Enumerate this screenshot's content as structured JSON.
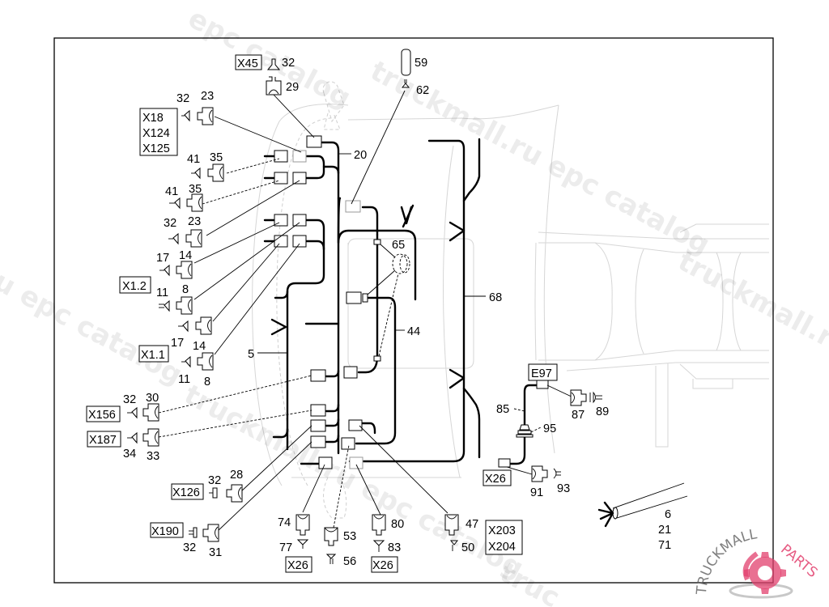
{
  "diagram": {
    "title": "Cab wiring harness - exploded connector diagram",
    "watermark": "truckmall.ru epc catalog",
    "logo": {
      "text_left": "TRUCKMALL",
      "text_right": "PARTS",
      "accent_color": "#e2406e",
      "gray_color": "#b5b5b5"
    },
    "connector_codes": {
      "x45": "X45",
      "x18_group": [
        "X18",
        "X124",
        "X125"
      ],
      "x1_2": "X1.2",
      "x1_1": "X1.1",
      "x156": "X156",
      "x187": "X187",
      "x126": "X126",
      "x190": "X190",
      "x26_a": "X26",
      "x26_b": "X26",
      "x203_group": [
        "X203",
        "X204"
      ],
      "e97": "E97",
      "x26_c": "X26"
    },
    "callouts": {
      "c32_top": "32",
      "c29": "29",
      "c32_x18": "32",
      "c23_x18": "23",
      "c41_a": "41",
      "c35_a": "35",
      "c41_b": "41",
      "c35_b": "35",
      "c32_c": "32",
      "c23_c": "23",
      "c17_a": "17",
      "c14_a": "14",
      "c11_a": "11",
      "c8_a": "8",
      "c17_b": "17",
      "c14_b": "14",
      "c11_b": "11",
      "c8_b": "8",
      "c32_x156": "32",
      "c30": "30",
      "c34": "34",
      "c33": "33",
      "c32_x126": "32",
      "c28": "28",
      "c32_x190": "32",
      "c31": "31",
      "c74": "74",
      "c77": "77",
      "c53": "53",
      "c56": "56",
      "c80": "80",
      "c83": "83",
      "c47": "47",
      "c50": "50",
      "c59": "59",
      "c62": "62",
      "c20": "20",
      "c65": "65",
      "c44": "44",
      "c5": "5",
      "c68": "68",
      "c85": "85",
      "c95": "95",
      "c87": "87",
      "c89": "89",
      "c91": "91",
      "c93": "93",
      "c6": "6",
      "c21": "21",
      "c71": "71"
    }
  }
}
